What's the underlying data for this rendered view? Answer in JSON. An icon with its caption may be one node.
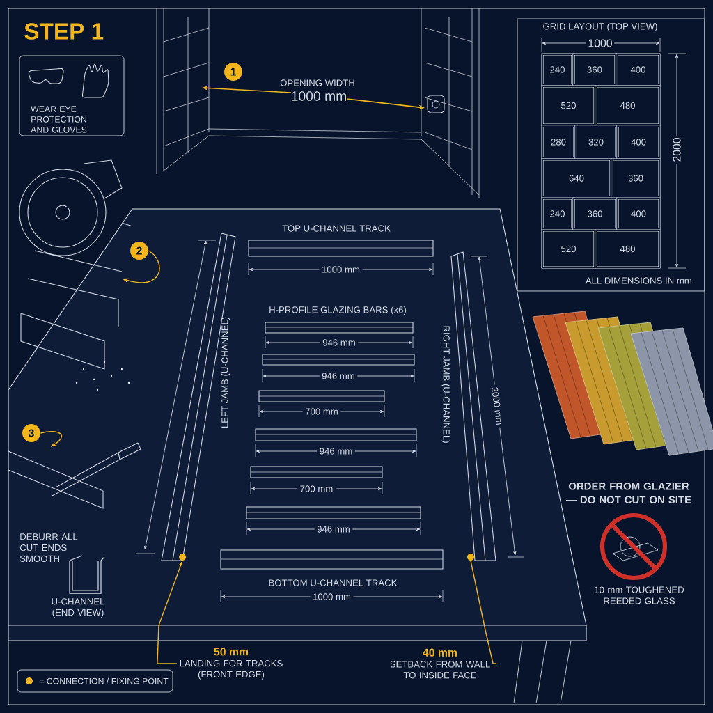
{
  "diagram": {
    "title": "STEP 1",
    "nodes": [
      {
        "text": [
          "WEAR EYE PROTECTION AND GLOVES"
        ]
      },
      {
        "text": [
          "GRID LAYOUT (TOP VIEW)",
          "ALL DIMENSIONS IN mm"
        ]
      },
      {
        "text": [
          "240"
        ],
        "in": 1
      },
      {
        "text": [
          "360"
        ],
        "in": 1
      },
      {
        "text": [
          "400"
        ],
        "in": 1
      },
      {
        "text": [
          "520"
        ],
        "in": 1
      },
      {
        "text": [
          "480"
        ],
        "in": 1
      },
      {
        "text": [
          "280"
        ],
        "in": 1
      },
      {
        "text": [
          "320"
        ],
        "in": 1
      },
      {
        "text": [
          "400"
        ],
        "in": 1
      },
      {
        "text": [
          "640"
        ],
        "in": 1
      },
      {
        "text": [
          "360"
        ],
        "in": 1
      },
      {
        "text": [
          "240"
        ],
        "in": 1
      },
      {
        "text": [
          "360"
        ],
        "in": 1
      },
      {
        "text": [
          "400"
        ],
        "in": 1
      },
      {
        "text": [
          "520"
        ],
        "in": 1
      },
      {
        "text": [
          "480"
        ],
        "in": 1
      },
      {
        "text": [
          "1"
        ]
      },
      {
        "text": [
          "2"
        ]
      },
      {
        "text": [
          "3"
        ]
      },
      {
        "text": [],
        "shape": "picture"
      },
      {
        "text": [],
        "shape": "picture"
      },
      {
        "text": [],
        "shape": "circle"
      },
      {
        "text": [],
        "shape": "circle"
      },
      {
        "text": [
          "50 mm",
          "LANDING FOR TRACKS (FRONT EDGE)"
        ]
      },
      {
        "text": [
          "40 mm",
          "SETBACK FROM WALL TO INSIDE FACE"
        ]
      }
    ],
    "edges": [
      {
        "from": 18,
        "to": 20,
        "arrow": "to"
      },
      {
        "from": 19,
        "to": 21,
        "arrow": "to"
      },
      {
        "from": 24,
        "to": 22,
        "arrow": "to"
      },
      {
        "from": 25,
        "to": 23,
        "arrow": "none"
      }
    ],
    "labels": [
      "OPENING WIDTH",
      "1000 mm",
      "1000",
      "2000",
      "TOP U-CHANNEL TRACK",
      "1000 mm",
      "H-PROFILE GLAZING BARS (x6)",
      "946 mm",
      "946 mm",
      "700 mm",
      "946 mm",
      "700 mm",
      "946 mm",
      "LEFT JAMB (U-CHANNEL)",
      "RIGHT JAMB (U-CHANNEL)",
      "2000 mm",
      "ORDER FROM GLAZIER — DO NOT CUT ON SITE",
      "DEBURR ALL CUT ENDS SMOOTH",
      "BOTTOM U-CHANNEL TRACK",
      "1000 mm",
      "U-CHANNEL (END VIEW)",
      "10 mm TOUGHENED REEDED GLASS"
    ],
    "legend": [
      {
        "text": "= CONNECTION / FIXING POINT",
        "color": "#f2b51c"
      }
    ]
  }
}
